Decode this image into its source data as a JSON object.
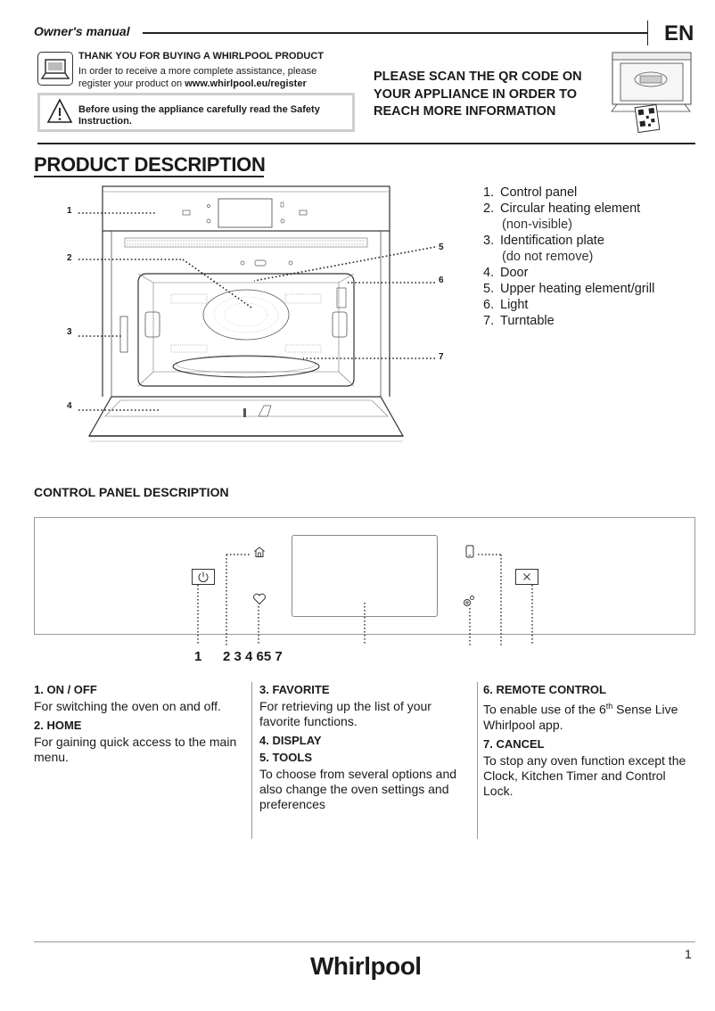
{
  "header": {
    "title": "Owner's manual",
    "language": "EN"
  },
  "register": {
    "heading": "THANK YOU FOR BUYING A WHIRLPOOL PRODUCT",
    "line1": "In order to receive a more complete assistance, please",
    "line2_prefix": "register your product on ",
    "url": "www.whirlpool.eu/register"
  },
  "warning": {
    "line1": "Before using the appliance carefully read the Safety",
    "line2": "Instruction."
  },
  "qr": {
    "line1": "PLEASE SCAN THE QR CODE ON",
    "line2": "YOUR APPLIANCE IN ORDER TO",
    "line3": "REACH MORE INFORMATION"
  },
  "product_description": {
    "title": "PRODUCT DESCRIPTION",
    "diagram_numbers": [
      "1",
      "2",
      "3",
      "4",
      "5",
      "6",
      "7"
    ],
    "parts": [
      {
        "num": "1.",
        "label": "Control panel",
        "sub": ""
      },
      {
        "num": "2.",
        "label": "Circular heating element",
        "sub": "(non-visible)"
      },
      {
        "num": "3.",
        "label": "Identification plate",
        "sub": "(do not remove)"
      },
      {
        "num": "4.",
        "label": "Door",
        "sub": ""
      },
      {
        "num": "5.",
        "label": "Upper heating element/grill",
        "sub": ""
      },
      {
        "num": "6.",
        "label": "Light",
        "sub": ""
      },
      {
        "num": "7.",
        "label": "Turntable",
        "sub": ""
      }
    ]
  },
  "control_panel": {
    "title": "CONTROL PANEL DESCRIPTION",
    "callout_first": "1",
    "callout_rest": "2 3 4 65 7",
    "columns": [
      {
        "entries": [
          {
            "heading": "1. ON / OFF",
            "text": "For switching the oven on and off."
          },
          {
            "heading": "2. HOME",
            "text": "For gaining quick access to the main menu."
          }
        ]
      },
      {
        "entries": [
          {
            "heading": "3. FAVORITE",
            "text": "For retrieving up the list of your favorite functions."
          },
          {
            "heading": "4. DISPLAY",
            "text": ""
          },
          {
            "heading": "5. TOOLS",
            "text": "To choose from several options and also change the oven settings and preferences"
          }
        ]
      },
      {
        "entries": [
          {
            "heading": "6. REMOTE CONTROL",
            "text_prefix": "To enable use of the 6",
            "text_sup": "th",
            "text_suffix": " Sense Live Whirlpool app."
          },
          {
            "heading": "7. CANCEL",
            "text": "To stop any oven function except the Clock, Kitchen Timer and Control Lock."
          }
        ]
      }
    ]
  },
  "footer": {
    "page": "1",
    "brand": "Whirlpool"
  },
  "icons": [
    "monitor-icon",
    "warning-icon",
    "appliance-qr-icon",
    "power-icon",
    "home-icon",
    "heart-icon",
    "phone-icon",
    "tools-icon",
    "close-icon"
  ]
}
